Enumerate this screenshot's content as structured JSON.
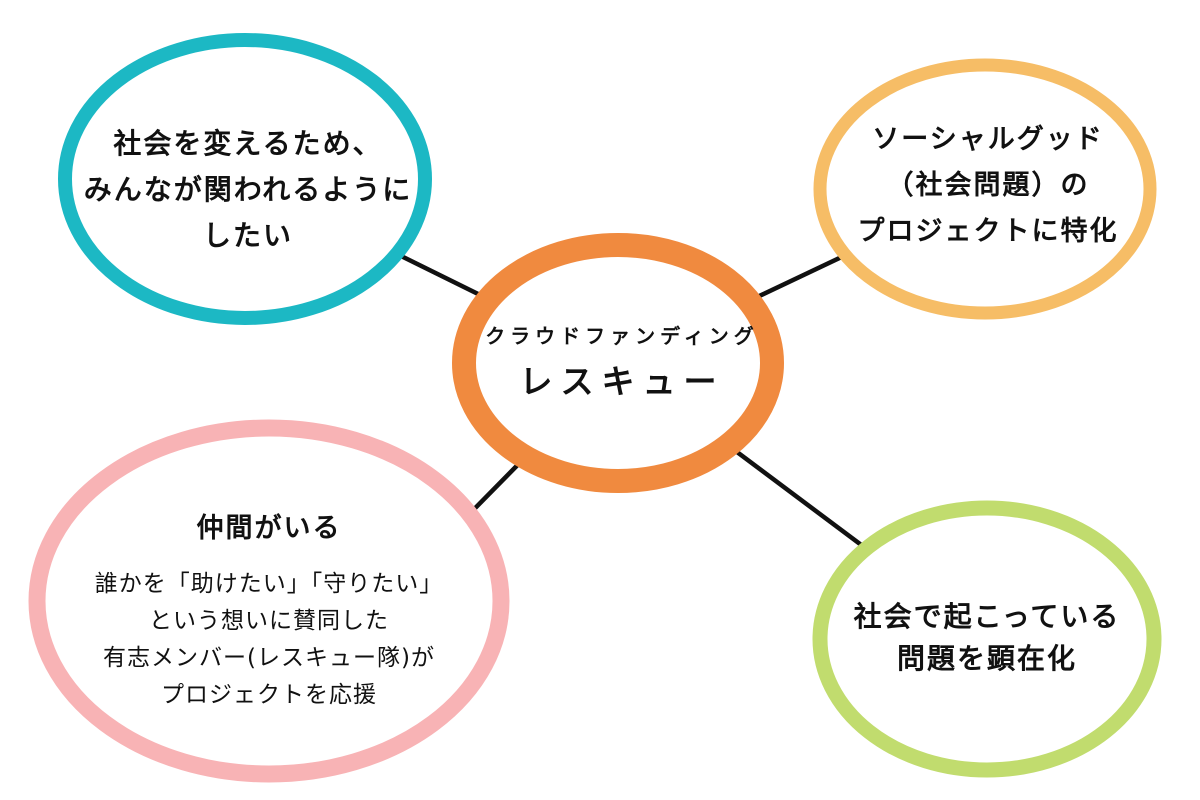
{
  "diagram": {
    "background": "#FFFFFF",
    "connector_color": "#111111",
    "center": {
      "color": "#F08A3F",
      "label_top": "クラウドファンディング",
      "label_main": "レスキュー"
    },
    "nodes": [
      {
        "id": "top-left",
        "color": "#1CB8C4",
        "lines": [
          "社会を変えるため、",
          "みんなが関われるように",
          "したい"
        ]
      },
      {
        "id": "top-right",
        "color": "#F6BD66",
        "lines": [
          "ソーシャルグッド",
          "（社会問題）の",
          "プロジェクトに特化"
        ]
      },
      {
        "id": "bottom-left",
        "color": "#F8B3B5",
        "title": "仲間がいる",
        "lines": [
          "誰かを「助けたい」「守りたい」",
          "という想いに賛同した",
          "有志メンバー(レスキュー隊)が",
          "プロジェクトを応援"
        ]
      },
      {
        "id": "bottom-right",
        "color": "#C1DC6E",
        "lines": [
          "社会で起こっている",
          "問題を顕在化"
        ]
      }
    ]
  }
}
